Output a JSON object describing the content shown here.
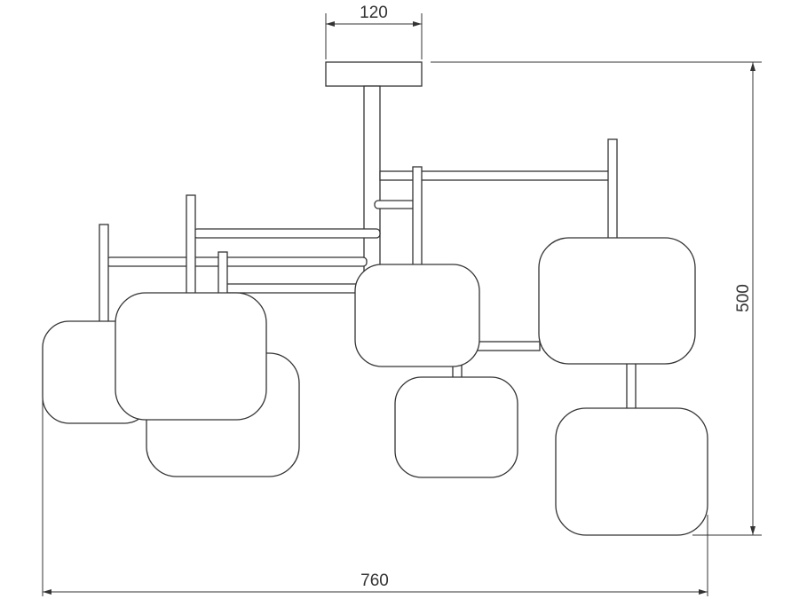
{
  "drawing": {
    "subject": "chandelier",
    "line_color": "#333333",
    "dimensions": {
      "canopy_width": "120",
      "height": "500",
      "width": "760"
    }
  }
}
